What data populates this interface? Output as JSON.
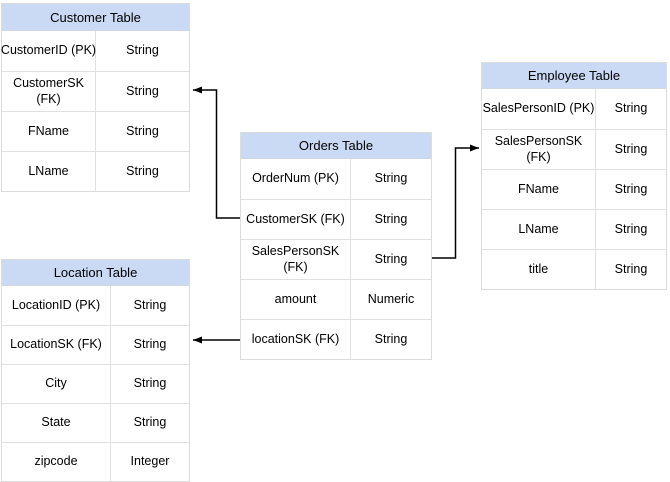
{
  "diagram": {
    "type": "entity-relationship",
    "tables": [
      {
        "id": "customer",
        "title": "Customer Table",
        "rows": [
          {
            "field": "CustomerID (PK)",
            "type": "String"
          },
          {
            "field": "CustomerSK (FK)",
            "type": "String"
          },
          {
            "field": "FName",
            "type": "String"
          },
          {
            "field": "LName",
            "type": "String"
          }
        ]
      },
      {
        "id": "orders",
        "title": "Orders Table",
        "rows": [
          {
            "field": "OrderNum (PK)",
            "type": "String"
          },
          {
            "field": "CustomerSK (FK)",
            "type": "String"
          },
          {
            "field": "SalesPersonSK (FK)",
            "type": "String"
          },
          {
            "field": "amount",
            "type": "Numeric"
          },
          {
            "field": "locationSK (FK)",
            "type": "String"
          }
        ]
      },
      {
        "id": "employee",
        "title": "Employee Table",
        "rows": [
          {
            "field": "SalesPersonID (PK)",
            "type": "String"
          },
          {
            "field": "SalesPersonSK (FK)",
            "type": "String"
          },
          {
            "field": "FName",
            "type": "String"
          },
          {
            "field": "LName",
            "type": "String"
          },
          {
            "field": "title",
            "type": "String"
          }
        ]
      },
      {
        "id": "location",
        "title": "Location Table",
        "rows": [
          {
            "field": "LocationID (PK)",
            "type": "String"
          },
          {
            "field": "LocationSK (FK)",
            "type": "String"
          },
          {
            "field": "City",
            "type": "String"
          },
          {
            "field": "State",
            "type": "String"
          },
          {
            "field": "zipcode",
            "type": "Integer"
          }
        ]
      }
    ],
    "relationships": [
      {
        "from": "Orders Table.CustomerSK (FK)",
        "to": "Customer Table.CustomerSK (FK)",
        "style": "arrow"
      },
      {
        "from": "Orders Table.SalesPersonSK (FK)",
        "to": "Employee Table.SalesPersonSK (FK)",
        "style": "arrow"
      },
      {
        "from": "Orders Table.locationSK (FK)",
        "to": "Location Table.LocationSK (FK)",
        "style": "arrow"
      }
    ],
    "colors": {
      "header_fill": "#cadaf4",
      "cell_fill": "#ffffff",
      "border": "#e0e0e0",
      "connector": "#000000",
      "text": "#000000",
      "background": "#ffffff"
    }
  }
}
